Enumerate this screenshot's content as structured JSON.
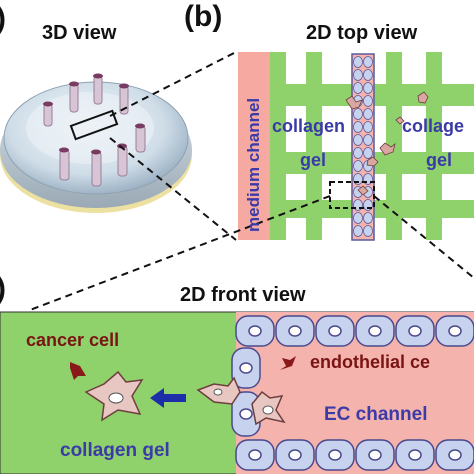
{
  "panel_a": {
    "letter": ")",
    "title": "3D view"
  },
  "panel_b": {
    "letter": "(b)",
    "title": "2D top view",
    "medium_channel_label": "medium channel",
    "collagen_left": "collagen",
    "collagen_right": "collage",
    "gel_left": "gel",
    "gel_right": "gel"
  },
  "panel_c": {
    "letter": ")",
    "title": "2D front view",
    "cancer_cell_label": "cancer cell",
    "endothelial_label": "endothelial ce",
    "ec_channel_label": "EC channel",
    "collagen_gel_label": "collagen gel"
  },
  "colors": {
    "gel_green": "#8fd16b",
    "medium_pink": "#f5a9a0",
    "ec_pink": "#f4b3ad",
    "cell_fill": "#c7d3ee",
    "nucleus": "#ffffff",
    "label_blue": "#3b3ba8",
    "label_red": "#7a1414",
    "arrow_blue": "#1d2fa8"
  }
}
